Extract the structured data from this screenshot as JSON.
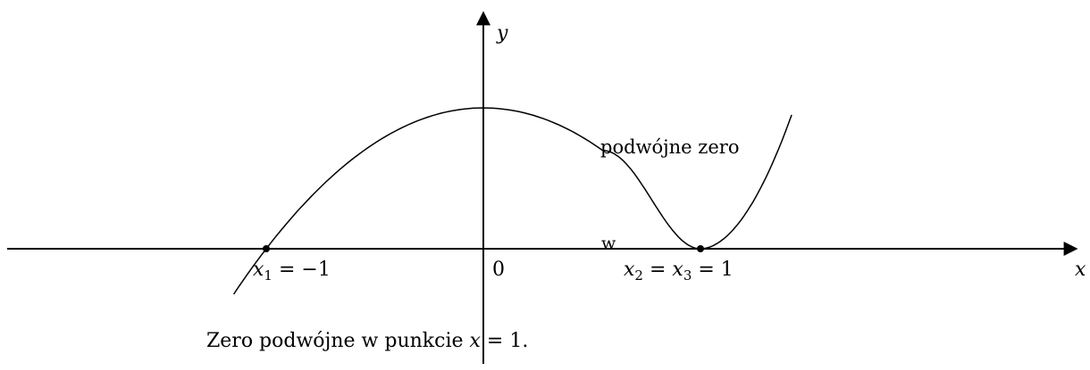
{
  "axes": {
    "x_label": "x",
    "y_label": "y",
    "origin_label": "0"
  },
  "points": [
    {
      "x": -1,
      "y": 0,
      "label_var": "x",
      "label_sub": "1",
      "label_rest": " = −1"
    },
    {
      "x": 1,
      "y": 0,
      "label_var": "x",
      "label_sub": "2",
      "label_eq": " = ",
      "label_var2": "x",
      "label_sub2": "3",
      "label_rest": " = 1"
    }
  ],
  "curve": {
    "left_branch": {
      "x_from": -1.15,
      "x_to": 0.55,
      "peak_y": 1.0,
      "root_x": -1
    },
    "right_branch": {
      "x_from": 0.55,
      "x_to": 1.42,
      "min_x": 1,
      "min_y": 0
    }
  },
  "annotations": {
    "double_zero": "podwójne zero",
    "w": "w"
  },
  "caption": {
    "text": "Zero podwójne w punkcie ",
    "var": "x",
    "rest": " = 1."
  },
  "colors": {
    "stroke": "#000000",
    "background": "#ffffff"
  }
}
